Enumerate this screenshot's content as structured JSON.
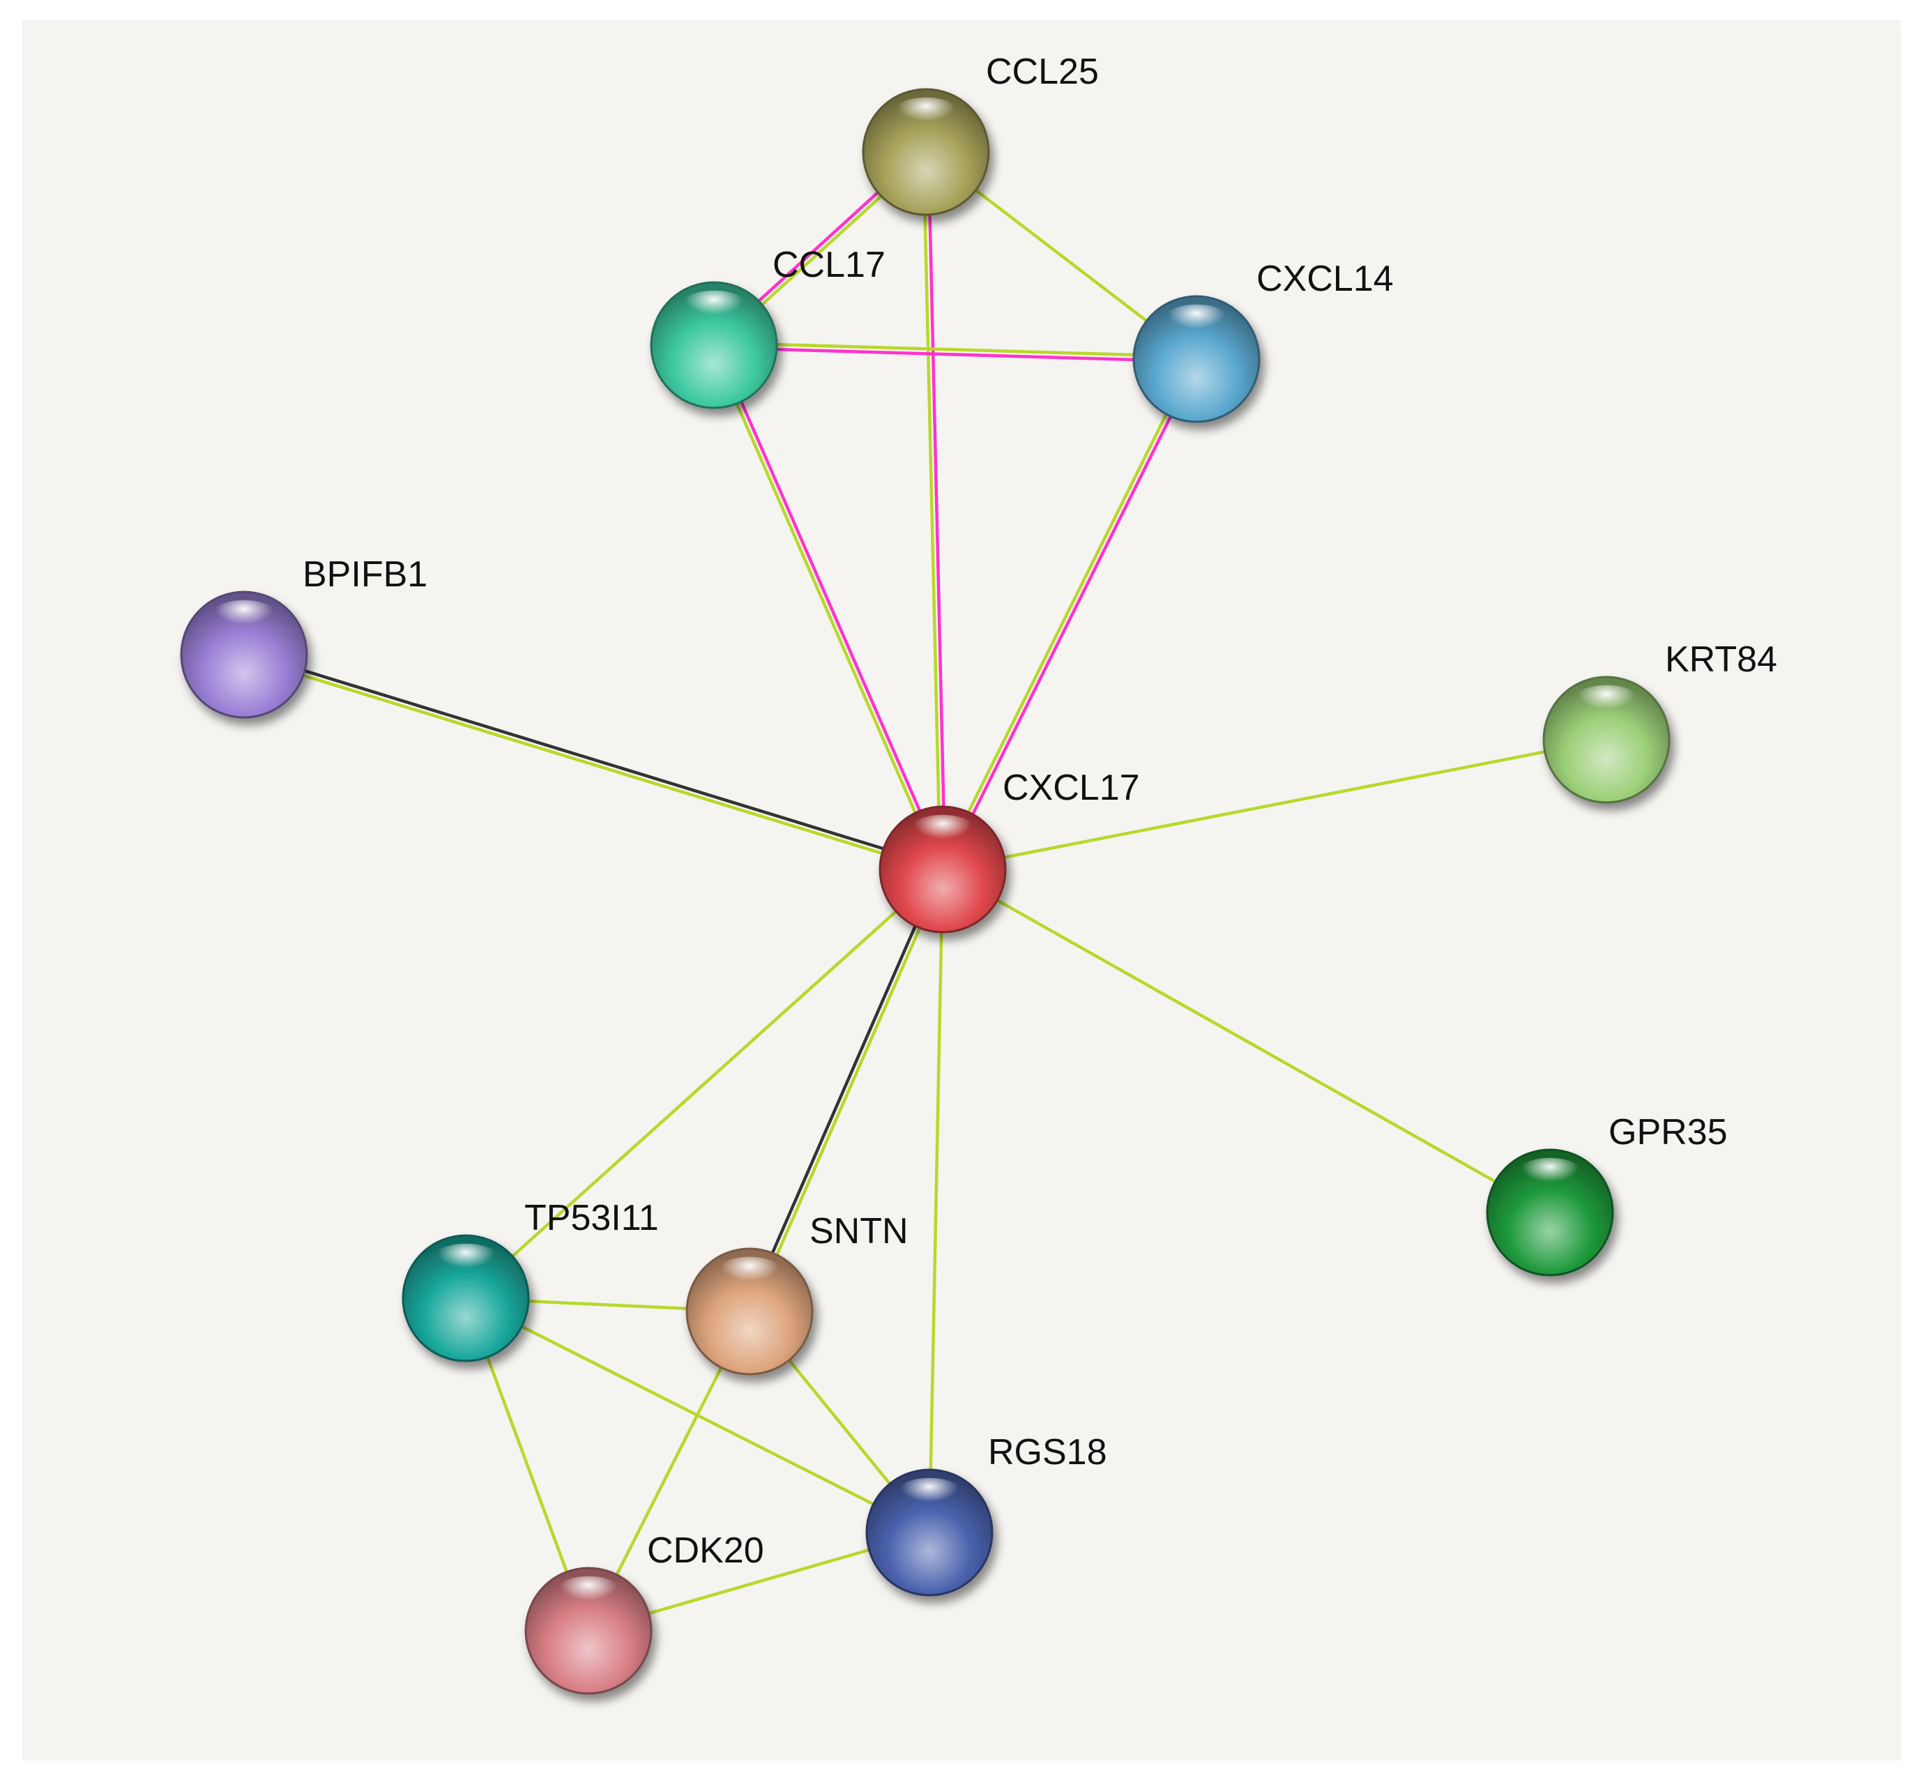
{
  "network": {
    "nodes": [
      {
        "id": "CXCL17",
        "label": "CXCL17",
        "color": "#e0474c"
      },
      {
        "id": "CCL25",
        "label": "CCL25",
        "color": "#a6a25a"
      },
      {
        "id": "CCL17",
        "label": "CCL17",
        "color": "#3dc9a0"
      },
      {
        "id": "CXCL14",
        "label": "CXCL14",
        "color": "#5aa8cf"
      },
      {
        "id": "BPIFB1",
        "label": "BPIFB1",
        "color": "#9a7fd6"
      },
      {
        "id": "KRT84",
        "label": "KRT84",
        "color": "#9ccf78"
      },
      {
        "id": "GPR35",
        "label": "GPR35",
        "color": "#1f9a3c"
      },
      {
        "id": "TP53I11",
        "label": "TP53I11",
        "color": "#1aa89c"
      },
      {
        "id": "SNTN",
        "label": "SNTN",
        "color": "#dda47c"
      },
      {
        "id": "RGS18",
        "label": "RGS18",
        "color": "#4a62ad"
      },
      {
        "id": "CDK20",
        "label": "CDK20",
        "color": "#d97f86"
      }
    ],
    "edge_colors": {
      "textmining": "#b8d82a",
      "experimental": "#ff33cc",
      "coexpression": "#333333"
    },
    "edges": [
      {
        "from": "CXCL17",
        "to": "CCL25",
        "types": [
          "textmining",
          "experimental"
        ]
      },
      {
        "from": "CXCL17",
        "to": "CCL17",
        "types": [
          "textmining",
          "experimental"
        ]
      },
      {
        "from": "CXCL17",
        "to": "CXCL14",
        "types": [
          "textmining",
          "experimental"
        ]
      },
      {
        "from": "CXCL17",
        "to": "BPIFB1",
        "types": [
          "textmining",
          "coexpression"
        ]
      },
      {
        "from": "CXCL17",
        "to": "KRT84",
        "types": [
          "textmining"
        ]
      },
      {
        "from": "CXCL17",
        "to": "GPR35",
        "types": [
          "textmining"
        ]
      },
      {
        "from": "CXCL17",
        "to": "TP53I11",
        "types": [
          "textmining"
        ]
      },
      {
        "from": "CXCL17",
        "to": "SNTN",
        "types": [
          "textmining",
          "coexpression"
        ]
      },
      {
        "from": "CXCL17",
        "to": "RGS18",
        "types": [
          "textmining"
        ]
      },
      {
        "from": "CCL25",
        "to": "CCL17",
        "types": [
          "textmining",
          "experimental"
        ]
      },
      {
        "from": "CCL25",
        "to": "CXCL14",
        "types": [
          "textmining"
        ]
      },
      {
        "from": "CCL17",
        "to": "CXCL14",
        "types": [
          "textmining",
          "experimental"
        ]
      },
      {
        "from": "TP53I11",
        "to": "SNTN",
        "types": [
          "textmining"
        ]
      },
      {
        "from": "TP53I11",
        "to": "RGS18",
        "types": [
          "textmining"
        ]
      },
      {
        "from": "TP53I11",
        "to": "CDK20",
        "types": [
          "textmining"
        ]
      },
      {
        "from": "SNTN",
        "to": "RGS18",
        "types": [
          "textmining"
        ]
      },
      {
        "from": "SNTN",
        "to": "CDK20",
        "types": [
          "textmining"
        ]
      },
      {
        "from": "RGS18",
        "to": "CDK20",
        "types": [
          "textmining"
        ]
      }
    ]
  }
}
